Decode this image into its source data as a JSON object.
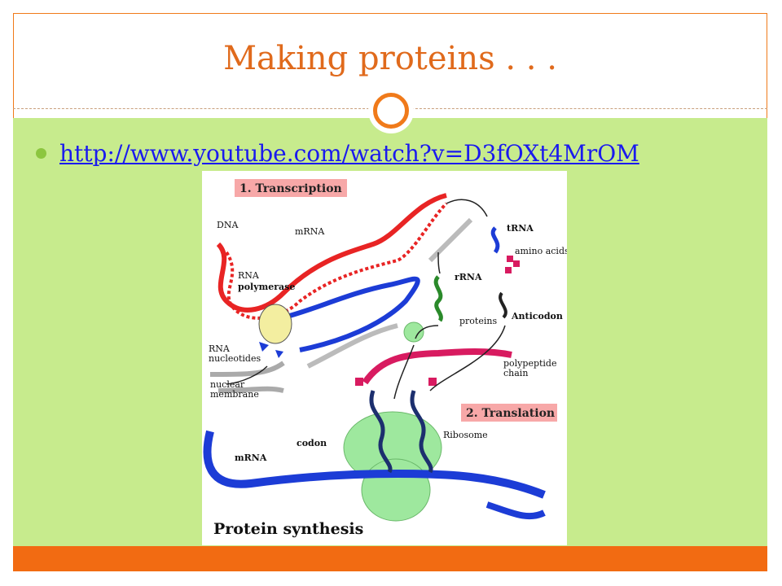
{
  "slide": {
    "title": "Making proteins . . .",
    "link": "http://www.youtube.com/watch?v=D3fOXt4MrOM"
  },
  "figure": {
    "caption": "Protein synthesis",
    "section1": "1. Transcription",
    "section2": "2. Translation",
    "labels": {
      "dna": "DNA",
      "mrna_top": "mRNA",
      "rna_polymerase_1": "RNA",
      "rna_polymerase_2": "polymerase",
      "rna_nucleotides_1": "RNA",
      "rna_nucleotides_2": "nucleotides",
      "nuclear_membrane_1": "nuclear",
      "nuclear_membrane_2": "membrane",
      "mrna_bottom": "mRNA",
      "codon": "codon",
      "trna": "tRNA",
      "amino_acids": "amino acids",
      "rrna": "rRNA",
      "proteins": "proteins",
      "anticodon": "Anticodon",
      "polypeptide_1": "polypeptide",
      "polypeptide_2": "chain",
      "ribosome": "Ribosome"
    }
  },
  "colors": {
    "accent_orange": "#f26b12",
    "title_orange": "#e06a1c",
    "content_green": "#c7eb8d",
    "bullet_green": "#8cc63f",
    "link_blue": "#1a1aee"
  }
}
